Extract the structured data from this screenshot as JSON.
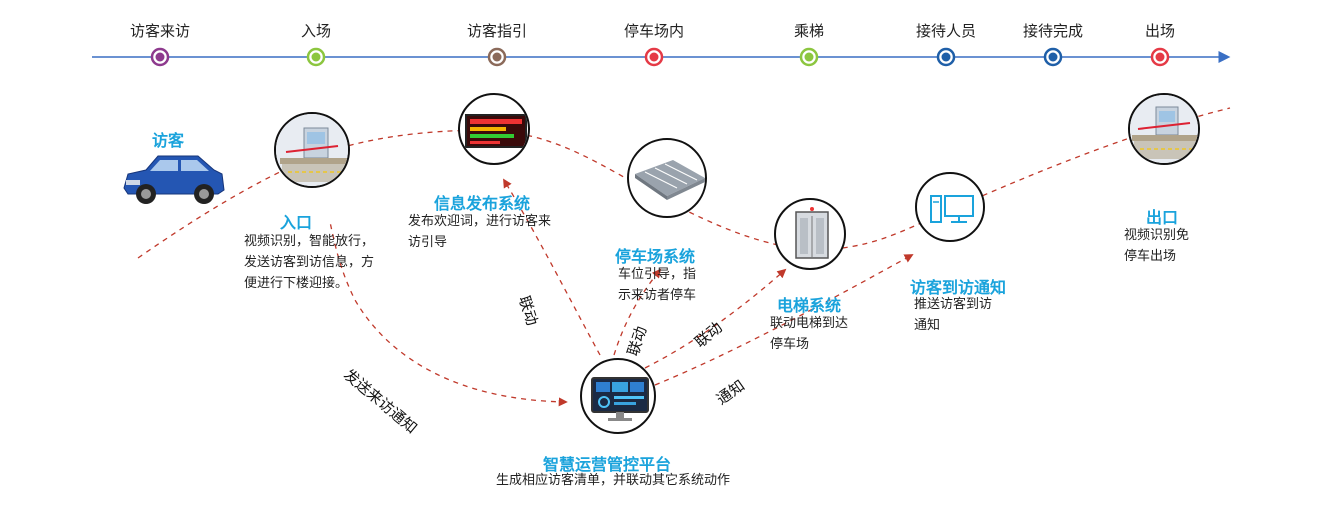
{
  "timeline": {
    "stages": [
      {
        "label": "访客来访",
        "dot_color": "#8e3a8e"
      },
      {
        "label": "入场",
        "dot_color": "#8cc63f"
      },
      {
        "label": "访客指引",
        "dot_color": "#8b6a5a"
      },
      {
        "label": "停车场内",
        "dot_color": "#e53a46"
      },
      {
        "label": "乘梯",
        "dot_color": "#8cc63f"
      },
      {
        "label": "接待人员",
        "dot_color": "#1f5fa8"
      },
      {
        "label": "接待完成",
        "dot_color": "#1f5fa8"
      },
      {
        "label": "出场",
        "dot_color": "#e53a46"
      }
    ],
    "line_color": "#3a6fc4"
  },
  "visitor": {
    "title": "访客"
  },
  "entrance": {
    "title": "入口",
    "desc": [
      "视频识别，智能放行，",
      "发送访客到访信息，方",
      "便进行下楼迎接。"
    ]
  },
  "info_system": {
    "title": "信息发布系统",
    "desc": [
      "发布欢迎词，进行访客来",
      "访引导"
    ]
  },
  "parking_system": {
    "title": "停车场系统",
    "desc": [
      "车位引导，指",
      "示来访者停车"
    ]
  },
  "elevator_system": {
    "title": "电梯系统",
    "desc": [
      "联动电梯到达",
      "停车场"
    ]
  },
  "notify": {
    "title": "访客到访通知",
    "desc": [
      "推送访客到访",
      "通知"
    ]
  },
  "exit": {
    "title": "出口",
    "desc": [
      "视频识别免",
      "停车出场"
    ]
  },
  "platform": {
    "title": "智慧运营管控平台",
    "desc": "生成相应访客清单，并联动其它系统动作"
  },
  "flows": {
    "send_visit": "发送来访通知",
    "link1": "联动",
    "link2": "联动",
    "link3": "联动",
    "notice": "通知"
  },
  "colors": {
    "accent": "#1aa3dc",
    "dashed": "#c0392b"
  }
}
